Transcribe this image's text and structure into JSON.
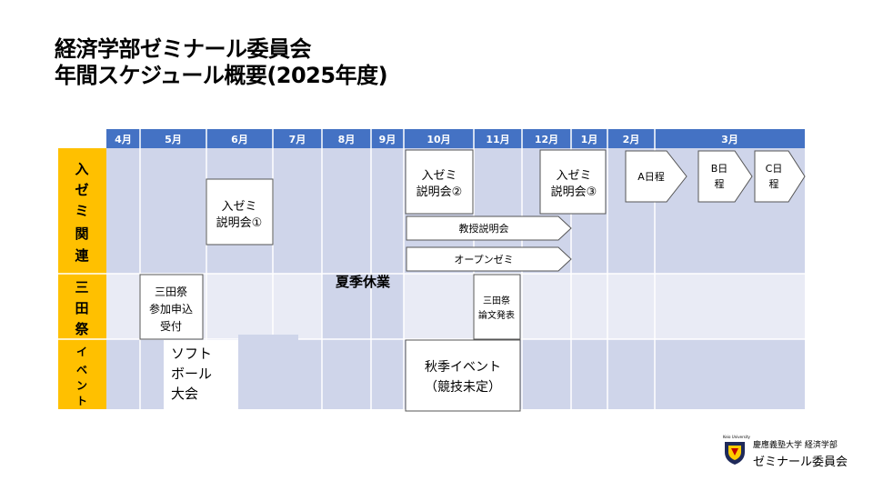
{
  "title": {
    "line1": "経済学部ゼミナール委員会",
    "line2": "年間スケジュール概要(2025年度)"
  },
  "months": [
    "4月",
    "5月",
    "6月",
    "7月",
    "8月",
    "9月",
    "10月",
    "11月",
    "12月",
    "1月",
    "2月",
    "3月"
  ],
  "rows": [
    {
      "label": [
        "入",
        "ゼ",
        "ミ",
        "関",
        "連"
      ]
    },
    {
      "label": [
        "三",
        "田",
        "祭"
      ]
    },
    {
      "label": [
        "イ",
        "ベ",
        "ン",
        "ト"
      ]
    }
  ],
  "events": {
    "seminar1": [
      "入ゼミ",
      "説明会①"
    ],
    "seminar2": [
      "入ゼミ",
      "説明会②"
    ],
    "seminar3": [
      "入ゼミ",
      "説明会③"
    ],
    "professor_briefing": "教授説明会",
    "open_seminar": "オープンゼミ",
    "a_day": "A日程",
    "b_day": [
      "B日",
      "程"
    ],
    "c_day": [
      "C日",
      "程"
    ],
    "summer_break": "夏季休業",
    "mita_entry": [
      "三田祭",
      "参加申込",
      "受付"
    ],
    "mita_paper": [
      "三田祭",
      "論文発表"
    ],
    "softball": [
      "ソフト",
      "ボール",
      "大会"
    ],
    "autumn_event": [
      "秋季イベント",
      "（競技未定）"
    ]
  },
  "logo": {
    "caption": "Keio University",
    "line1": "慶應義塾大学 経済学部",
    "line2": "ゼミナール委員会"
  },
  "colors": {
    "header": "#4472c4",
    "label_bg": "#ffc000",
    "band_dark": "#cfd5ea",
    "band_light": "#e9ebf5",
    "summer_col": "#cfd5ea"
  }
}
